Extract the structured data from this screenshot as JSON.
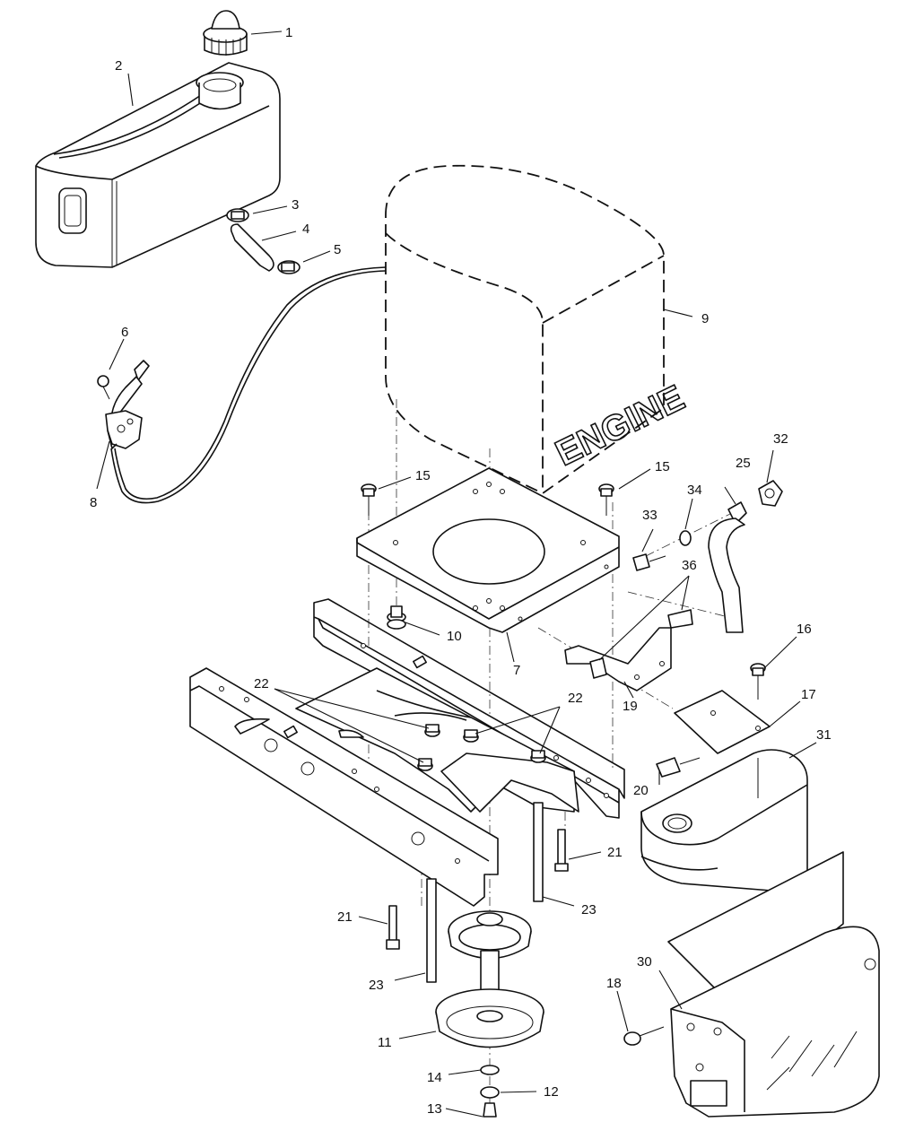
{
  "engine_label": "ENGINE",
  "callouts": [
    {
      "id": "c1",
      "text": "1"
    },
    {
      "id": "c2",
      "text": "2"
    },
    {
      "id": "c3",
      "text": "3"
    },
    {
      "id": "c4",
      "text": "4"
    },
    {
      "id": "c5",
      "text": "5"
    },
    {
      "id": "c6",
      "text": "6"
    },
    {
      "id": "c7",
      "text": "7"
    },
    {
      "id": "c8",
      "text": "8"
    },
    {
      "id": "c9",
      "text": "9"
    },
    {
      "id": "c10",
      "text": "10"
    },
    {
      "id": "c11",
      "text": "11"
    },
    {
      "id": "c12",
      "text": "12"
    },
    {
      "id": "c13",
      "text": "13"
    },
    {
      "id": "c14",
      "text": "14"
    },
    {
      "id": "c15a",
      "text": "15"
    },
    {
      "id": "c15b",
      "text": "15"
    },
    {
      "id": "c16",
      "text": "16"
    },
    {
      "id": "c17",
      "text": "17"
    },
    {
      "id": "c18",
      "text": "18"
    },
    {
      "id": "c19",
      "text": "19"
    },
    {
      "id": "c20",
      "text": "20"
    },
    {
      "id": "c21a",
      "text": "21"
    },
    {
      "id": "c21b",
      "text": "21"
    },
    {
      "id": "c22a",
      "text": "22"
    },
    {
      "id": "c22b",
      "text": "22"
    },
    {
      "id": "c23a",
      "text": "23"
    },
    {
      "id": "c23b",
      "text": "23"
    },
    {
      "id": "c25",
      "text": "25"
    },
    {
      "id": "c30",
      "text": "30"
    },
    {
      "id": "c31",
      "text": "31"
    },
    {
      "id": "c32",
      "text": "32"
    },
    {
      "id": "c33",
      "text": "33"
    },
    {
      "id": "c34",
      "text": "34"
    },
    {
      "id": "c36",
      "text": "36"
    }
  ]
}
